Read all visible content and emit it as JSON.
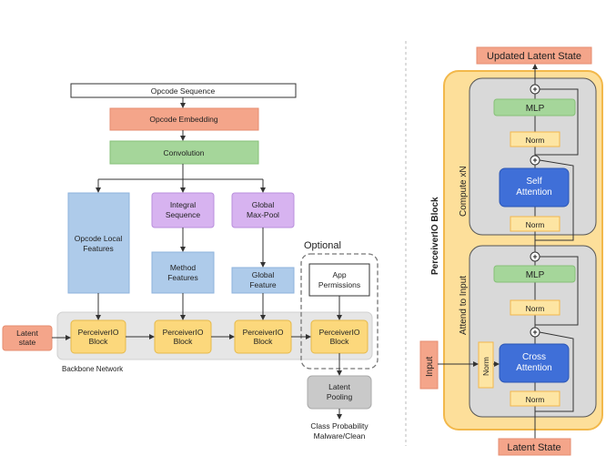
{
  "left": {
    "opcode_sequence": "Opcode Sequence",
    "opcode_embedding": "Opcode Embedding",
    "convolution": "Convolution",
    "opcode_local": [
      "Opcode Local",
      "Features"
    ],
    "integral_sequence": [
      "Integral",
      "Sequence"
    ],
    "global_maxpool": [
      "Global",
      "Max-Pool"
    ],
    "method_features": [
      "Method",
      "Features"
    ],
    "global_feature": [
      "Global",
      "Feature"
    ],
    "optional": "Optional",
    "app_permissions": [
      "App",
      "Permissions"
    ],
    "latent_state": [
      "Latent",
      "state"
    ],
    "perceiver_block": [
      "PerceiverIO",
      "Block"
    ],
    "backbone": "Backbone Network",
    "latent_pooling": [
      "Latent",
      "Pooling"
    ],
    "class_prob": [
      "Class Probability",
      "Malware/Clean"
    ]
  },
  "right": {
    "updated_latent": "Updated Latent State",
    "perceiver_block_label": "PerceiverIO Block",
    "compute": "Compute  xN",
    "attend": "Attend to Input",
    "mlp": "MLP",
    "norm": "Norm",
    "self_attention": [
      "Self",
      "Attention"
    ],
    "cross_attention": [
      "Cross",
      "Attention"
    ],
    "input": "Input",
    "latent_state": "Latent State",
    "plus": "+"
  }
}
